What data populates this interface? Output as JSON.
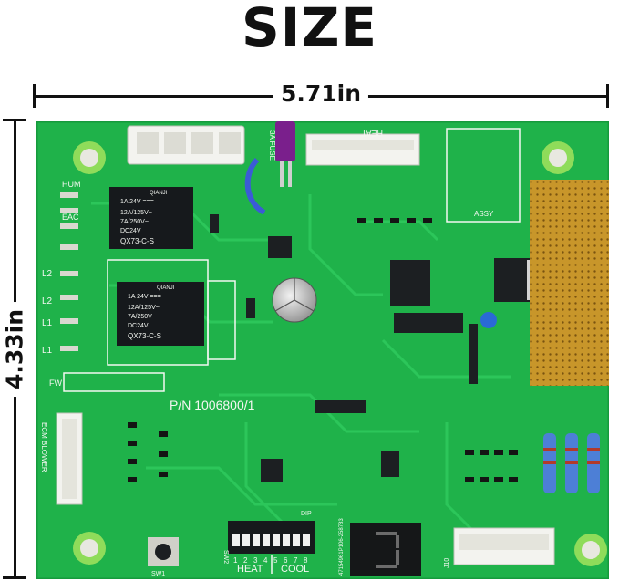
{
  "header": {
    "title": "SIZE"
  },
  "dimensions": {
    "width_label": "5.71in",
    "height_label": "4.33in"
  },
  "board": {
    "part_number": "P/N  1006800/1",
    "silkscreen": {
      "hum": "HUM",
      "eac": "EAC",
      "l2a": "L2",
      "l2b": "L2",
      "l1a": "L1",
      "l1b": "L1",
      "fw": "FW",
      "ecm": "ECM BLOWER",
      "heat_conn": "HEAT",
      "assy": "ASSY",
      "fuse": "3A FUSE",
      "heat_btn": "HEAT",
      "cool_btn": "COOL",
      "dip": "DIP",
      "sw1": "SW1",
      "sw2": "SW2",
      "serial": "47154961P106-258783",
      "j10": "J10"
    },
    "relays": [
      {
        "brand": "QIANJI",
        "model": "QX73-C-S",
        "rating1": "1A 24V ===",
        "rating2": "12A/125V~",
        "rating3": "7A/250V~",
        "coil": "DC24V"
      },
      {
        "brand": "QIANJI",
        "model": "QX73-C-S",
        "rating1": "1A 24V ===",
        "rating2": "12A/125V~",
        "rating3": "7A/250V~",
        "coil": "DC24V"
      }
    ],
    "dip_numbers": [
      "1",
      "2",
      "3",
      "4",
      "5",
      "6",
      "7",
      "8"
    ],
    "colors": {
      "pcb": "#1fb24a",
      "silk": "#f4f7f2",
      "copper": "#c8962a",
      "fuse": "#7a1f8c"
    }
  }
}
